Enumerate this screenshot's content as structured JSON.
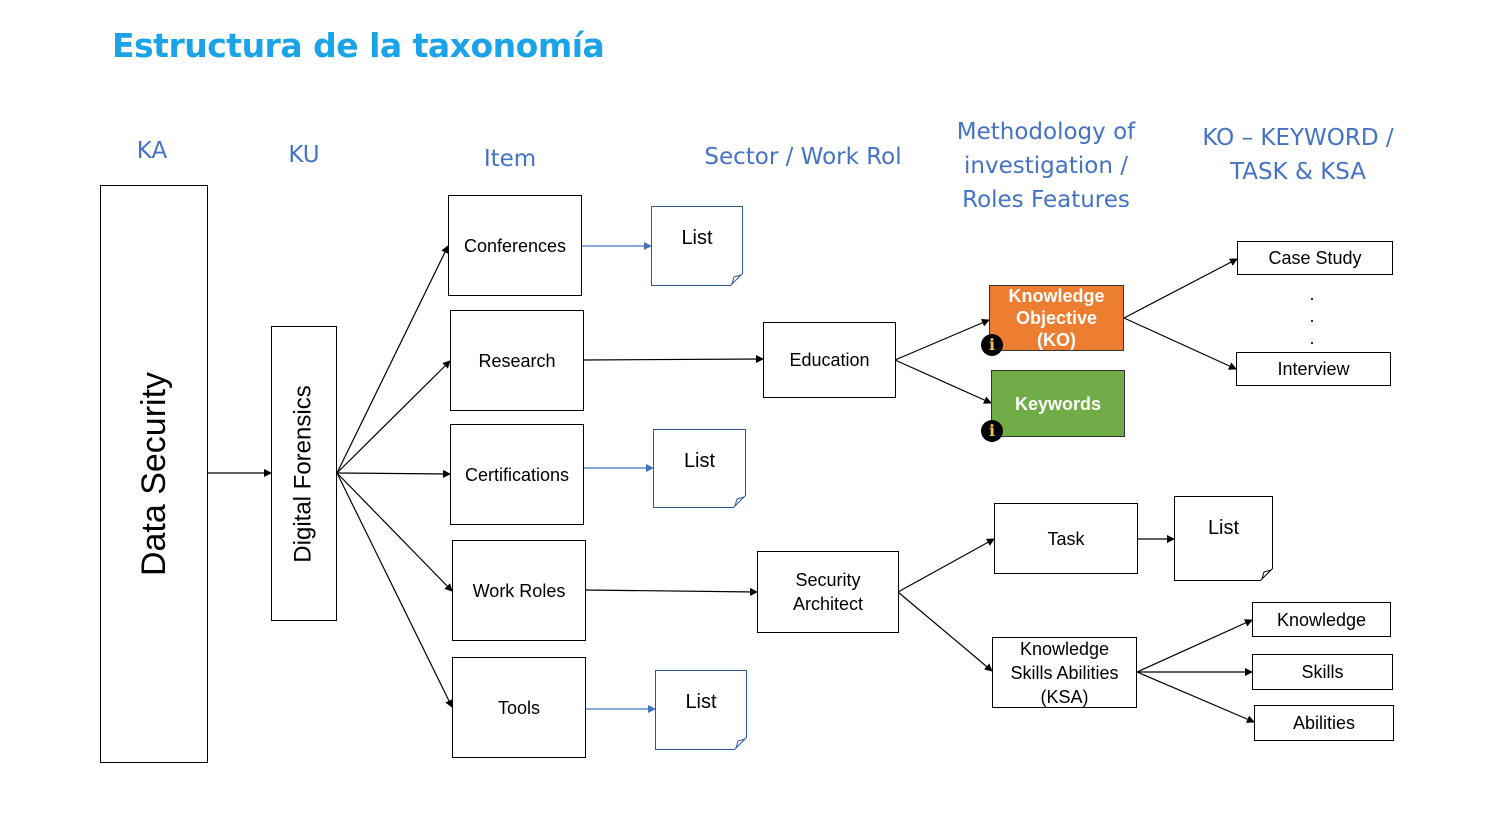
{
  "title": "Estructura de la taxonomía",
  "headers": {
    "ka": "KA",
    "ku": "KU",
    "item": "Item",
    "sector": "Sector / Work Rol",
    "methodology": [
      "Methodology of",
      "investigation /",
      "Roles Features"
    ],
    "ko_keyword": [
      "KO – KEYWORD /",
      "TASK & KSA"
    ]
  },
  "nodes": {
    "data_security": "Data Security",
    "digital_forensics": "Digital Forensics",
    "conferences": "Conferences",
    "research": "Research",
    "certifications": "Certifications",
    "work_roles": "Work Roles",
    "tools": "Tools",
    "list": "List",
    "education": "Education",
    "security_architect": [
      "Security",
      "Architect"
    ],
    "knowledge_objective": [
      "Knowledge",
      "Objective",
      "(KO)"
    ],
    "keywords": "Keywords",
    "case_study": "Case Study",
    "interview": "Interview",
    "task": "Task",
    "ksa": [
      "Knowledge",
      "Skills Abilities",
      "(KSA)"
    ],
    "knowledge": "Knowledge",
    "skills": "Skills",
    "abilities": "Abilities",
    "dot": ".",
    "info_glyph": "i"
  },
  "colors": {
    "title": "#1aa3e8",
    "headers": "#4472c4",
    "ko_fill": "#ed7d31",
    "keywords_fill": "#70ad47",
    "list_border": "#2e5597",
    "blue_arrow": "#4472c4"
  },
  "icons": [
    "info-icon",
    "folded-corner-icon"
  ]
}
